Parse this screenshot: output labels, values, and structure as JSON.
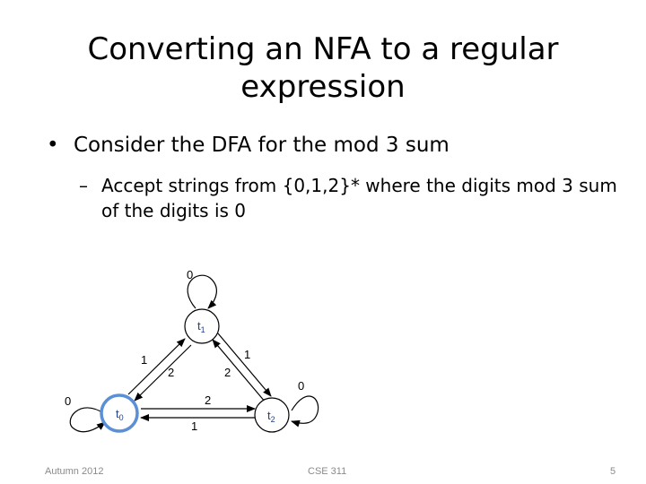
{
  "slide": {
    "title_line1": "Converting an NFA to a regular",
    "title_line2": "expression",
    "bullet": "Consider the DFA for the mod 3 sum",
    "bullet_marker": "•",
    "sub_marker": "–",
    "sub_bullet": "Accept strings from {0,1,2}* where the digits mod 3 sum of the digits is 0"
  },
  "diagram": {
    "states": [
      {
        "name": "t",
        "sub": "0",
        "accepting": true
      },
      {
        "name": "t",
        "sub": "1",
        "accepting": false
      },
      {
        "name": "t",
        "sub": "2",
        "accepting": false
      }
    ],
    "transitions": [
      {
        "from": "t0",
        "to": "t0",
        "label": "0"
      },
      {
        "from": "t1",
        "to": "t1",
        "label": "0"
      },
      {
        "from": "t2",
        "to": "t2",
        "label": "0"
      },
      {
        "from": "t0",
        "to": "t1",
        "label": "1"
      },
      {
        "from": "t1",
        "to": "t0",
        "label": "2"
      },
      {
        "from": "t1",
        "to": "t2",
        "label": "1"
      },
      {
        "from": "t2",
        "to": "t1",
        "label": "2"
      },
      {
        "from": "t0",
        "to": "t2",
        "label": "2"
      },
      {
        "from": "t2",
        "to": "t0",
        "label": "1"
      }
    ],
    "colors": {
      "accept_ring": "#5b8fd6",
      "state_text": "#1f3f8f"
    }
  },
  "footer": {
    "left": "Autumn 2012",
    "center": "CSE 311",
    "right": "5"
  }
}
